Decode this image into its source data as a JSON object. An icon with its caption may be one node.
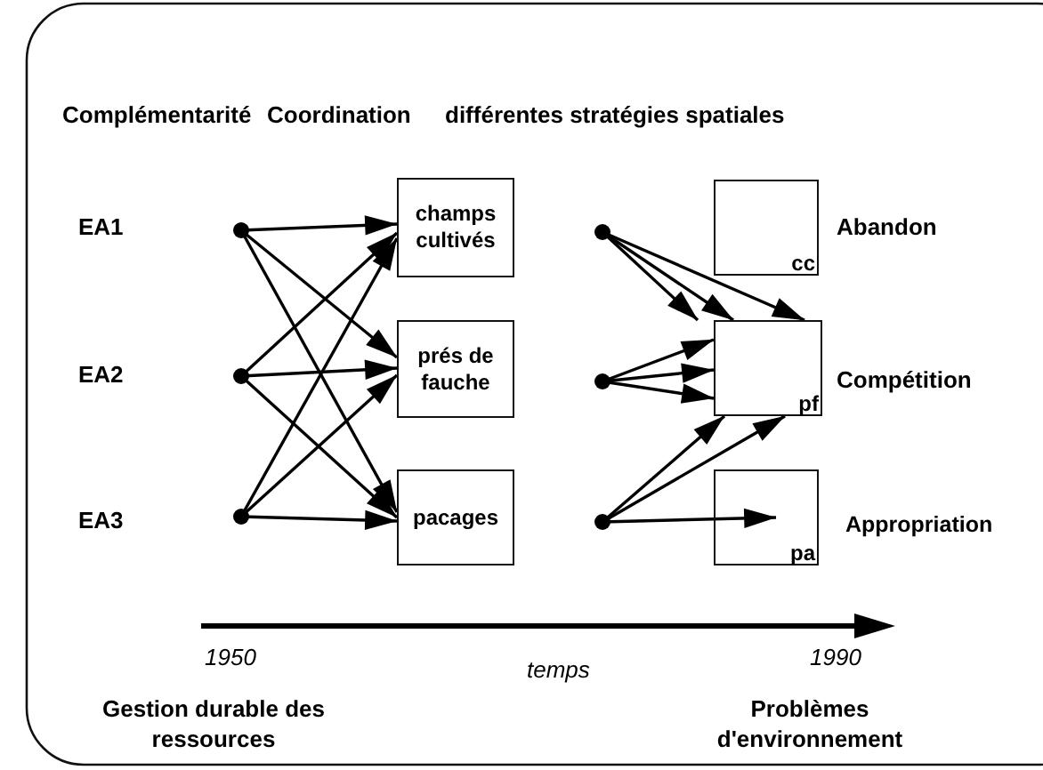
{
  "diagram": {
    "nodes": [
      {
        "text": [],
        "shape": "circle"
      },
      {
        "text": [],
        "shape": "circle"
      },
      {
        "text": [],
        "shape": "circle"
      },
      {
        "text": [
          "champs cultivés"
        ]
      },
      {
        "text": [
          "prés de fauche"
        ]
      },
      {
        "text": [
          "pacages"
        ]
      },
      {
        "text": [],
        "shape": "circle"
      },
      {
        "text": [],
        "shape": "circle"
      },
      {
        "text": [],
        "shape": "circle"
      },
      {
        "text": [
          "cc"
        ],
        "beside": [
          "Abandon"
        ]
      },
      {
        "text": [
          "pf"
        ],
        "beside": [
          "Compétition"
        ]
      },
      {
        "text": [
          "pa"
        ],
        "beside": [
          "Appropriation"
        ]
      }
    ],
    "edges": [
      {
        "from": 0,
        "to": 3,
        "arrow": "to"
      },
      {
        "from": 0,
        "to": 4,
        "arrow": "to"
      },
      {
        "from": 0,
        "to": 5,
        "arrow": "to"
      },
      {
        "from": 1,
        "to": 3,
        "arrow": "to"
      },
      {
        "from": 1,
        "to": 4,
        "arrow": "to"
      },
      {
        "from": 1,
        "to": 5,
        "arrow": "to"
      },
      {
        "from": 2,
        "to": 3,
        "arrow": "to"
      },
      {
        "from": 2,
        "to": 4,
        "arrow": "to"
      },
      {
        "from": 2,
        "to": 5,
        "arrow": "to"
      },
      {
        "from": 6,
        "to": 10,
        "arrow": "to"
      },
      {
        "from": 6,
        "to": 10,
        "arrow": "to"
      },
      {
        "from": 6,
        "to": 10,
        "arrow": "to"
      },
      {
        "from": 7,
        "to": 10,
        "arrow": "to"
      },
      {
        "from": 7,
        "to": 10,
        "arrow": "to"
      },
      {
        "from": 7,
        "to": 10,
        "arrow": "to"
      },
      {
        "from": 8,
        "to": 10,
        "arrow": "to"
      },
      {
        "from": 8,
        "to": 10,
        "arrow": "to"
      },
      {
        "from": 8,
        "to": 11,
        "arrow": "to"
      }
    ],
    "labels": [
      "Complémentarité",
      "Coordination",
      "différentes stratégies spatiales",
      "EA1",
      "EA2",
      "EA3",
      "1950",
      "temps",
      "1990",
      "Gestion durable des ressources",
      "Problèmes d'environnement"
    ]
  }
}
